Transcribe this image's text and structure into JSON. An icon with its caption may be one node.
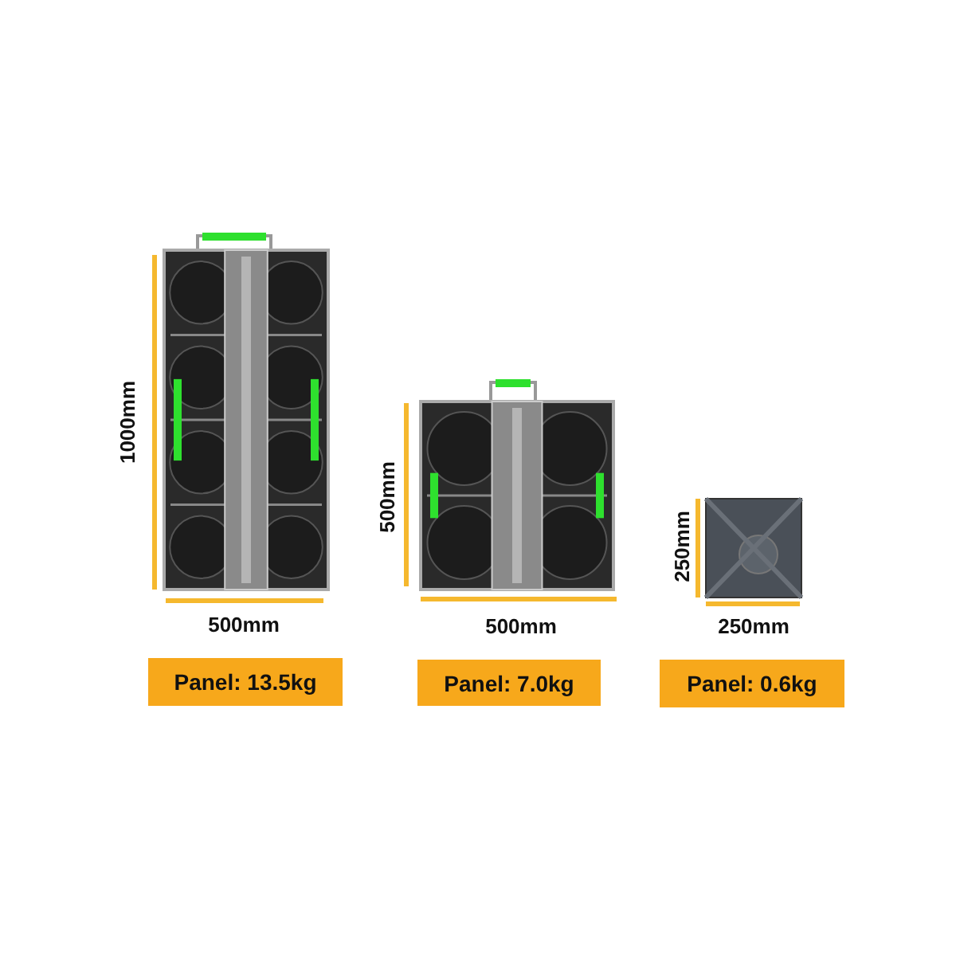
{
  "diagram": {
    "nodes": [
      {
        "text": [
          "Panel: 13.5kg"
        ]
      },
      {
        "text": [
          "Panel: 7.0kg"
        ]
      },
      {
        "text": [
          "Panel: 0.6kg"
        ]
      }
    ],
    "labels": [
      "1000mm",
      "500mm",
      "500mm",
      "500mm",
      "250mm",
      "250mm"
    ]
  }
}
